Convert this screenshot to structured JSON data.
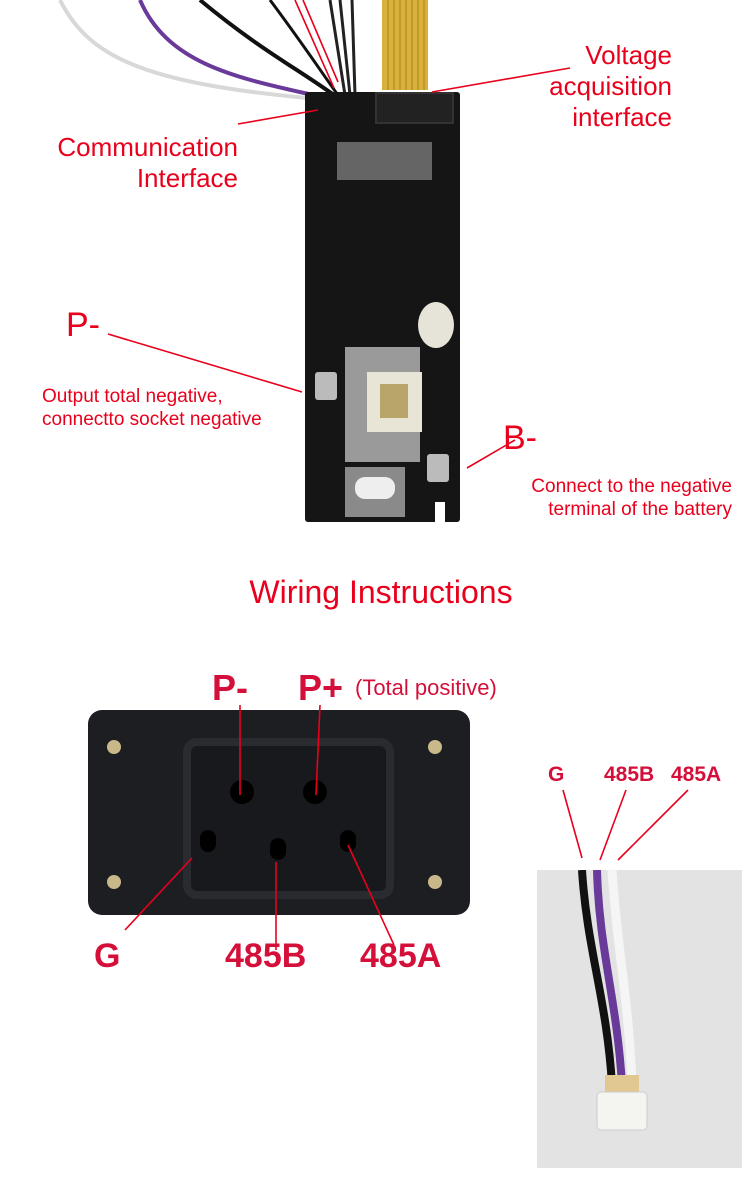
{
  "board_labels": {
    "voltage": [
      "Voltage",
      "acquisition",
      "interface"
    ],
    "communication": [
      "Communication",
      "Interface"
    ],
    "p_minus": "P-",
    "p_minus_desc": [
      "Output total negative,",
      "connectto socket negative"
    ],
    "b_minus": "B-",
    "b_minus_desc": [
      "Connect to the negative",
      "terminal of the battery"
    ]
  },
  "section_title": "Wiring Instructions",
  "socket_labels": {
    "p_minus": "P-",
    "p_plus": "P+",
    "p_plus_note": "(Total positive)",
    "g": "G",
    "b485": "485B",
    "a485": "485A"
  },
  "cable_labels": {
    "g": "G",
    "b485": "485B",
    "a485": "485A"
  },
  "colors": {
    "label_red": "#e8001c",
    "pcb": "#141414",
    "wire_purple": "#6a3a9a"
  }
}
